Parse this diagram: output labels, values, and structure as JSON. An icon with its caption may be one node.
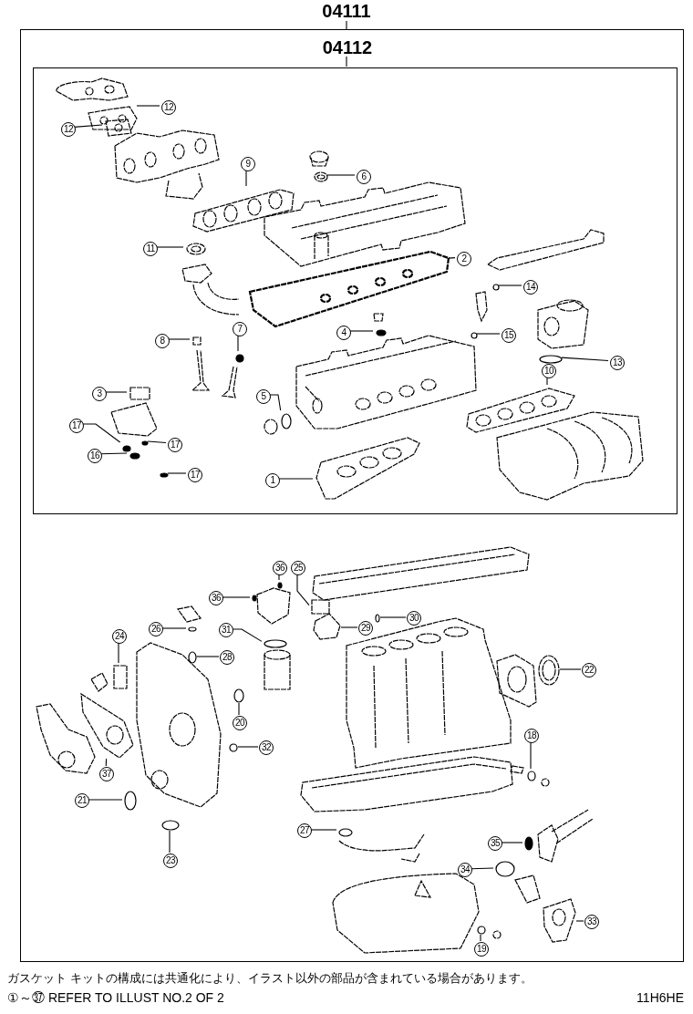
{
  "diagram": {
    "nodes": [
      {
        "text": [
          "04111"
        ]
      },
      {
        "text": [],
        "shape": "box"
      },
      {
        "text": [
          "04112"
        ],
        "in": 1
      },
      {
        "text": [],
        "shape": "box",
        "in": 1
      },
      {
        "text": [
          "12"
        ],
        "in": 3
      },
      {
        "text": [
          "12"
        ],
        "in": 3
      },
      {
        "text": [
          "9"
        ],
        "in": 3
      },
      {
        "text": [
          "6"
        ],
        "in": 3
      },
      {
        "text": [
          "11"
        ],
        "in": 3
      },
      {
        "text": [
          "2"
        ],
        "in": 3
      },
      {
        "text": [
          "14"
        ],
        "in": 3
      },
      {
        "text": [
          "7"
        ],
        "in": 3
      },
      {
        "text": [
          "4"
        ],
        "in": 3
      },
      {
        "text": [
          "15"
        ],
        "in": 3
      },
      {
        "text": [
          "8"
        ],
        "in": 3
      },
      {
        "text": [
          "13"
        ],
        "in": 3
      },
      {
        "text": [
          "10"
        ],
        "in": 3
      },
      {
        "text": [
          "3"
        ],
        "in": 3
      },
      {
        "text": [
          "5"
        ],
        "in": 3
      },
      {
        "text": [
          "17"
        ],
        "in": 3
      },
      {
        "text": [
          "17"
        ],
        "in": 3
      },
      {
        "text": [
          "16"
        ],
        "in": 3
      },
      {
        "text": [
          "17"
        ],
        "in": 3
      },
      {
        "text": [
          "1"
        ],
        "in": 3
      },
      {
        "text": [
          "36"
        ],
        "in": 1
      },
      {
        "text": [
          "25"
        ],
        "in": 1
      },
      {
        "text": [
          "36"
        ],
        "in": 1
      },
      {
        "text": [
          "30"
        ],
        "in": 1
      },
      {
        "text": [
          "29"
        ],
        "in": 1
      },
      {
        "text": [
          "26"
        ],
        "in": 1
      },
      {
        "text": [
          "31"
        ],
        "in": 1
      },
      {
        "text": [
          "24"
        ],
        "in": 1
      },
      {
        "text": [
          "28"
        ],
        "in": 1
      },
      {
        "text": [
          "22"
        ],
        "in": 1
      },
      {
        "text": [
          "20"
        ],
        "in": 1
      },
      {
        "text": [
          "18"
        ],
        "in": 1
      },
      {
        "text": [
          "32"
        ],
        "in": 1
      },
      {
        "text": [
          "37"
        ],
        "in": 1
      },
      {
        "text": [
          "21"
        ],
        "in": 1
      },
      {
        "text": [
          "27"
        ],
        "in": 1
      },
      {
        "text": [
          "35"
        ],
        "in": 1
      },
      {
        "text": [
          "23"
        ],
        "in": 1
      },
      {
        "text": [
          "34"
        ],
        "in": 1
      },
      {
        "text": [
          "33"
        ],
        "in": 1
      },
      {
        "text": [
          "19"
        ],
        "in": 1
      },
      {
        "text": [],
        "shape": "picture",
        "in": 3
      },
      {
        "text": [],
        "shape": "picture",
        "in": 3
      },
      {
        "text": [],
        "shape": "picture",
        "in": 3
      },
      {
        "text": [],
        "shape": "picture",
        "in": 3
      },
      {
        "text": [],
        "shape": "picture",
        "in": 3
      },
      {
        "text": [],
        "shape": "picture",
        "in": 3
      },
      {
        "text": [],
        "shape": "circle",
        "in": 3
      },
      {
        "text": [],
        "shape": "circle",
        "in": 3
      },
      {
        "text": [],
        "shape": "circle",
        "in": 3
      },
      {
        "text": [],
        "shape": "circle",
        "in": 3
      },
      {
        "text": [],
        "shape": "box",
        "in": 3
      },
      {
        "text": [],
        "shape": "circle",
        "in": 3
      },
      {
        "text": [],
        "shape": "picture",
        "in": 3
      },
      {
        "text": [],
        "shape": "box",
        "in": 3
      },
      {
        "text": [],
        "shape": "circle",
        "in": 3
      },
      {
        "text": [],
        "shape": "circle",
        "in": 3
      },
      {
        "text": [],
        "shape": "circle",
        "in": 3
      },
      {
        "text": [],
        "shape": "circle",
        "in": 3
      },
      {
        "text": [],
        "shape": "circle",
        "in": 3
      },
      {
        "text": [],
        "shape": "picture",
        "in": 3
      },
      {
        "text": [],
        "shape": "circle",
        "in": 1
      },
      {
        "text": [],
        "shape": "box",
        "in": 1
      },
      {
        "text": [],
        "shape": "circle",
        "in": 1
      },
      {
        "text": [],
        "shape": "circle",
        "in": 1
      },
      {
        "text": [],
        "shape": "picture",
        "in": 1
      },
      {
        "text": [],
        "shape": "circle",
        "in": 1
      },
      {
        "text": [],
        "shape": "circle",
        "in": 1
      },
      {
        "text": [],
        "shape": "box",
        "in": 1
      },
      {
        "text": [],
        "shape": "circle",
        "in": 1
      },
      {
        "text": [],
        "shape": "picture",
        "in": 1
      },
      {
        "text": [],
        "shape": "circle",
        "in": 1
      },
      {
        "text": [],
        "shape": "circle",
        "in": 1
      },
      {
        "text": [],
        "shape": "circle",
        "in": 1
      },
      {
        "text": [],
        "shape": "picture",
        "in": 1
      },
      {
        "text": [],
        "shape": "circle",
        "in": 1
      },
      {
        "text": [],
        "shape": "circle",
        "in": 1
      },
      {
        "text": [],
        "shape": "circle",
        "in": 1
      },
      {
        "text": [],
        "shape": "circle",
        "in": 1
      },
      {
        "text": [],
        "shape": "circle",
        "in": 1
      },
      {
        "text": [],
        "shape": "picture",
        "in": 1
      },
      {
        "text": [],
        "shape": "circle",
        "in": 1
      }
    ],
    "edges": [
      {
        "from": 0,
        "to": 1,
        "arrow": "none"
      },
      {
        "from": 2,
        "to": 3,
        "arrow": "none"
      },
      {
        "from": 4,
        "to": 45,
        "arrow": "none"
      },
      {
        "from": 5,
        "to": 46,
        "arrow": "none"
      },
      {
        "from": 6,
        "to": 47,
        "arrow": "none"
      },
      {
        "from": 7,
        "to": 48,
        "arrow": "none"
      },
      {
        "from": 8,
        "to": 49,
        "arrow": "none"
      },
      {
        "from": 9,
        "to": 50,
        "arrow": "none"
      },
      {
        "from": 10,
        "to": 51,
        "arrow": "none"
      },
      {
        "from": 11,
        "to": 52,
        "arrow": "none"
      },
      {
        "from": 12,
        "to": 53,
        "arrow": "none"
      },
      {
        "from": 13,
        "to": 54,
        "arrow": "none"
      },
      {
        "from": 14,
        "to": 55,
        "arrow": "none"
      },
      {
        "from": 15,
        "to": 56,
        "arrow": "none"
      },
      {
        "from": 16,
        "to": 57,
        "arrow": "none"
      },
      {
        "from": 17,
        "to": 58,
        "arrow": "none"
      },
      {
        "from": 18,
        "to": 59,
        "arrow": "none"
      },
      {
        "from": 19,
        "to": 60,
        "arrow": "none"
      },
      {
        "from": 20,
        "to": 61,
        "arrow": "none"
      },
      {
        "from": 21,
        "to": 62,
        "arrow": "none"
      },
      {
        "from": 22,
        "to": 63,
        "arrow": "none"
      },
      {
        "from": 23,
        "to": 64,
        "arrow": "none"
      },
      {
        "from": 24,
        "to": 65,
        "arrow": "none"
      },
      {
        "from": 25,
        "to": 66,
        "arrow": "none"
      },
      {
        "from": 26,
        "to": 67,
        "arrow": "none"
      },
      {
        "from": 27,
        "to": 68,
        "arrow": "none"
      },
      {
        "from": 28,
        "to": 69,
        "arrow": "none"
      },
      {
        "from": 29,
        "to": 70,
        "arrow": "none"
      },
      {
        "from": 30,
        "to": 71,
        "arrow": "none"
      },
      {
        "from": 31,
        "to": 72,
        "arrow": "none"
      },
      {
        "from": 32,
        "to": 73,
        "arrow": "none"
      },
      {
        "from": 33,
        "to": 74,
        "arrow": "none"
      },
      {
        "from": 34,
        "to": 75,
        "arrow": "none"
      },
      {
        "from": 35,
        "to": 76,
        "arrow": "none"
      },
      {
        "from": 36,
        "to": 77,
        "arrow": "none"
      },
      {
        "from": 37,
        "to": 78,
        "arrow": "none"
      },
      {
        "from": 38,
        "to": 79,
        "arrow": "none"
      },
      {
        "from": 39,
        "to": 80,
        "arrow": "none"
      },
      {
        "from": 40,
        "to": 81,
        "arrow": "none"
      },
      {
        "from": 41,
        "to": 82,
        "arrow": "none"
      },
      {
        "from": 42,
        "to": 83,
        "arrow": "none"
      },
      {
        "from": 43,
        "to": 84,
        "arrow": "none"
      },
      {
        "from": 44,
        "to": 85,
        "arrow": "none"
      }
    ],
    "labels": [
      "ガスケット キットの構成には共通化により、イラスト以外の部品が含まれている場合があります。",
      "①～㊲ REFER TO ILLUST NO.2 OF 2",
      "11H6HE"
    ]
  }
}
